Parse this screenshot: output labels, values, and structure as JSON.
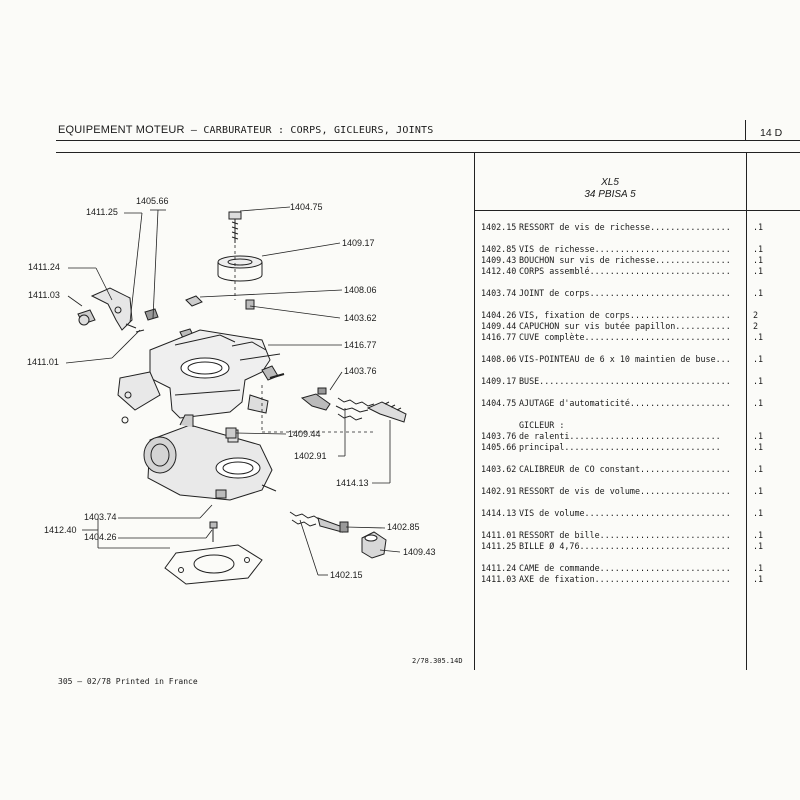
{
  "header": {
    "title_main": "EQUIPEMENT MOTEUR",
    "title_sub": "– CARBURATEUR : CORPS, GICLEURS, JOINTS",
    "page_number": "14 D"
  },
  "model": {
    "line1": "XL5",
    "line2": "34 PBISA 5"
  },
  "parts": [
    {
      "ref": "1402.15",
      "desc": "RESSORT de vis de richesse................",
      "qty": ".1"
    },
    {
      "ref": "1402.85",
      "desc": "VIS de richesse...........................",
      "qty": ".1"
    },
    {
      "ref": "1409.43",
      "desc": "BOUCHON sur vis de richesse...............",
      "qty": ".1"
    },
    {
      "ref": "1412.40",
      "desc": "CORPS assemblé............................",
      "qty": ".1"
    },
    {
      "ref": "1403.74",
      "desc": "JOINT de corps............................",
      "qty": ".1"
    },
    {
      "ref": "1404.26",
      "desc": "VIS, fixation de corps....................",
      "qty": "2"
    },
    {
      "ref": "1409.44",
      "desc": "CAPUCHON sur vis butée papillon...........",
      "qty": "2"
    },
    {
      "ref": "1416.77",
      "desc": "CUVE complète.............................",
      "qty": ".1"
    },
    {
      "ref": "1408.06",
      "desc": "VIS-POINTEAU de 6 x 10 maintien de buse...",
      "qty": ".1"
    },
    {
      "ref": "1409.17",
      "desc": "BUSE......................................",
      "qty": ".1"
    },
    {
      "ref": "1404.75",
      "desc": "AJUTAGE d'automaticité....................",
      "qty": ".1"
    },
    {
      "ref": "",
      "desc": "GICLEUR :",
      "qty": ""
    },
    {
      "ref": "1403.76",
      "desc": "  de ralenti..............................",
      "qty": ".1"
    },
    {
      "ref": "1405.66",
      "desc": "  principal...............................",
      "qty": ".1"
    },
    {
      "ref": "1403.62",
      "desc": "CALIBREUR de CO constant..................",
      "qty": ".1"
    },
    {
      "ref": "1402.91",
      "desc": "RESSORT de vis de volume..................",
      "qty": ".1"
    },
    {
      "ref": "1414.13",
      "desc": "VIS de volume.............................",
      "qty": ".1"
    },
    {
      "ref": "1411.01",
      "desc": "RESSORT de bille..........................",
      "qty": ".1"
    },
    {
      "ref": "1411.25",
      "desc": "BILLE Ø 4,76..............................",
      "qty": ".1"
    },
    {
      "ref": "1411.24",
      "desc": "CAME de commande..........................",
      "qty": ".1"
    },
    {
      "ref": "1411.03",
      "desc": "AXE de fixation...........................",
      "qty": ".1"
    }
  ],
  "callouts": {
    "c1404_75": "1404.75",
    "c1405_66": "1405.66",
    "c1411_25": "1411.25",
    "c1409_17": "1409.17",
    "c1411_24": "1411.24",
    "c1408_06": "1408.06",
    "c1411_03": "1411.03",
    "c1403_62": "1403.62",
    "c1416_77": "1416.77",
    "c1411_01": "1411.01",
    "c1403_76": "1403.76",
    "c1409_44": "1409.44",
    "c1402_91": "1402.91",
    "c1414_13": "1414.13",
    "c1403_74": "1403.74",
    "c1412_40": "1412.40",
    "c1404_26": "1404.26",
    "c1402_85": "1402.85",
    "c1409_43": "1409.43",
    "c1402_15": "1402.15"
  },
  "doc_ref": "2/78.305.14D",
  "footer": "305 – 02/78 Printed in France"
}
